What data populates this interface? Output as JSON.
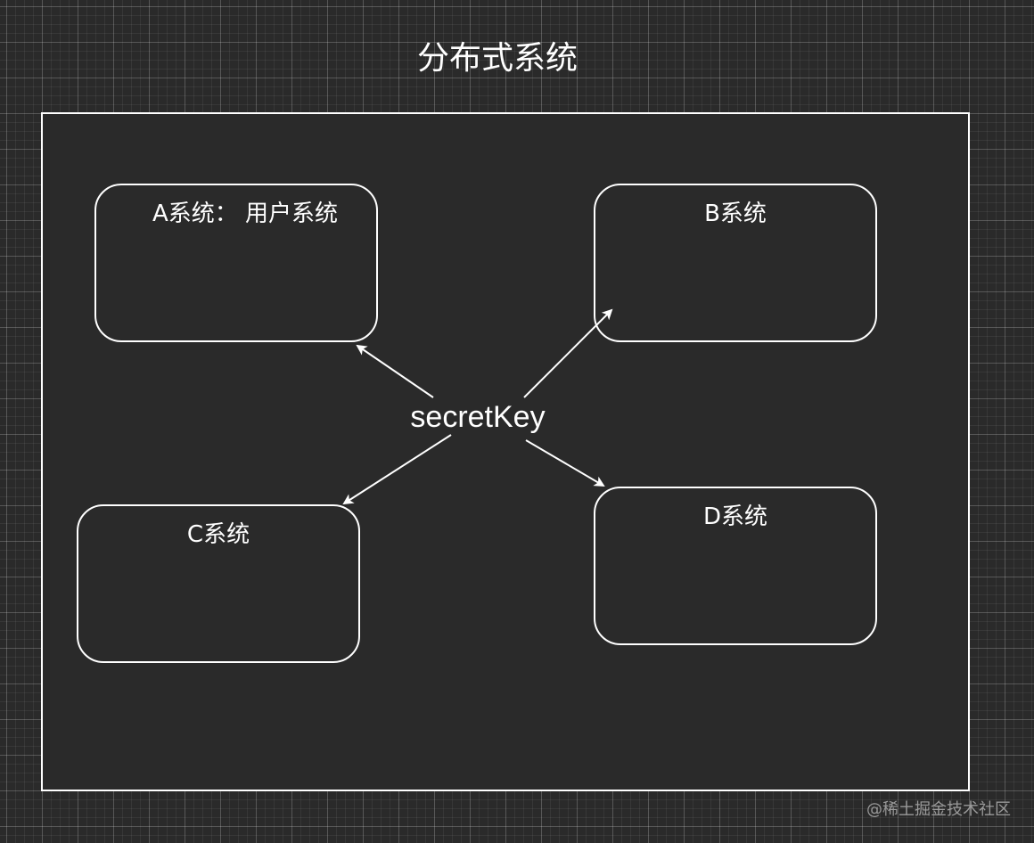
{
  "diagram": {
    "title": "分布式系统",
    "center": "secretKey",
    "nodes": [
      {
        "id": "a",
        "label": "A系统： 用户系统"
      },
      {
        "id": "b",
        "label": "B系统"
      },
      {
        "id": "c",
        "label": "C系统"
      },
      {
        "id": "d",
        "label": "D系统"
      }
    ],
    "edges": [
      {
        "from": "secretKey",
        "to": "a"
      },
      {
        "from": "secretKey",
        "to": "b"
      },
      {
        "from": "secretKey",
        "to": "c"
      },
      {
        "from": "secretKey",
        "to": "d"
      }
    ],
    "colors": {
      "background": "#2a2a2a",
      "stroke": "#ffffff",
      "text": "#ffffff",
      "watermark": "#9a9a9a"
    }
  },
  "watermark": "@稀土掘金技术社区"
}
